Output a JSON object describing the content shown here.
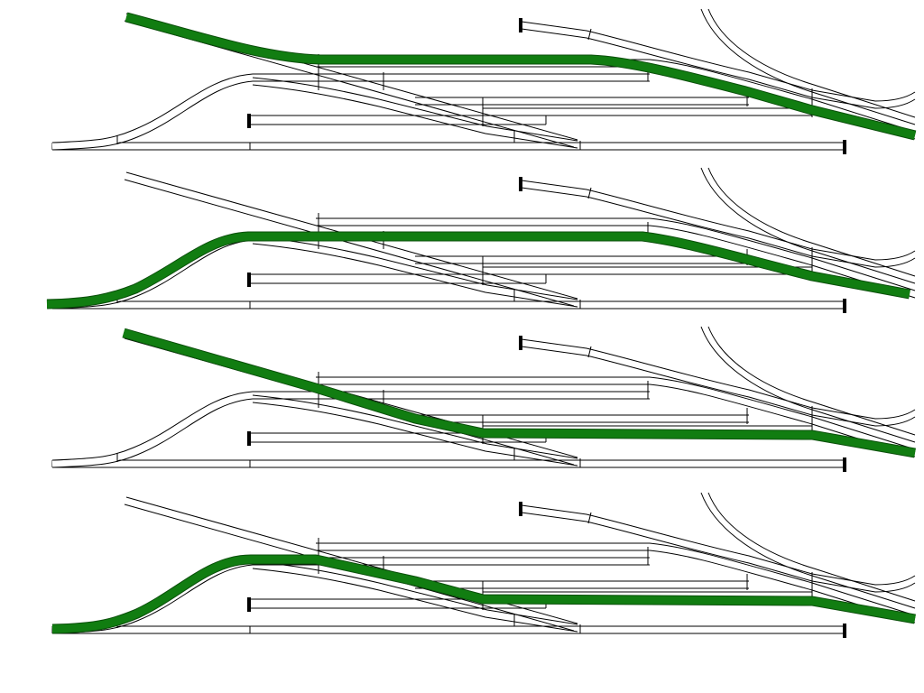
{
  "diagram": {
    "type": "track-layout-route-diagram",
    "panels": [
      {
        "id": "panel-1",
        "highlighted_route": "upper-left-lead-to-right-main"
      },
      {
        "id": "panel-2",
        "highlighted_route": "lower-left-main-to-right-main"
      },
      {
        "id": "panel-3",
        "highlighted_route": "upper-left-lead-to-right-main-via-lower-ladder"
      },
      {
        "id": "panel-4",
        "highlighted_route": "lower-left-main-to-right-main-via-lower-ladder"
      }
    ],
    "colors": {
      "route": "#117d11",
      "track_outline": "#000000",
      "track_fill": "#ffffff",
      "background": "#ffffff"
    }
  }
}
